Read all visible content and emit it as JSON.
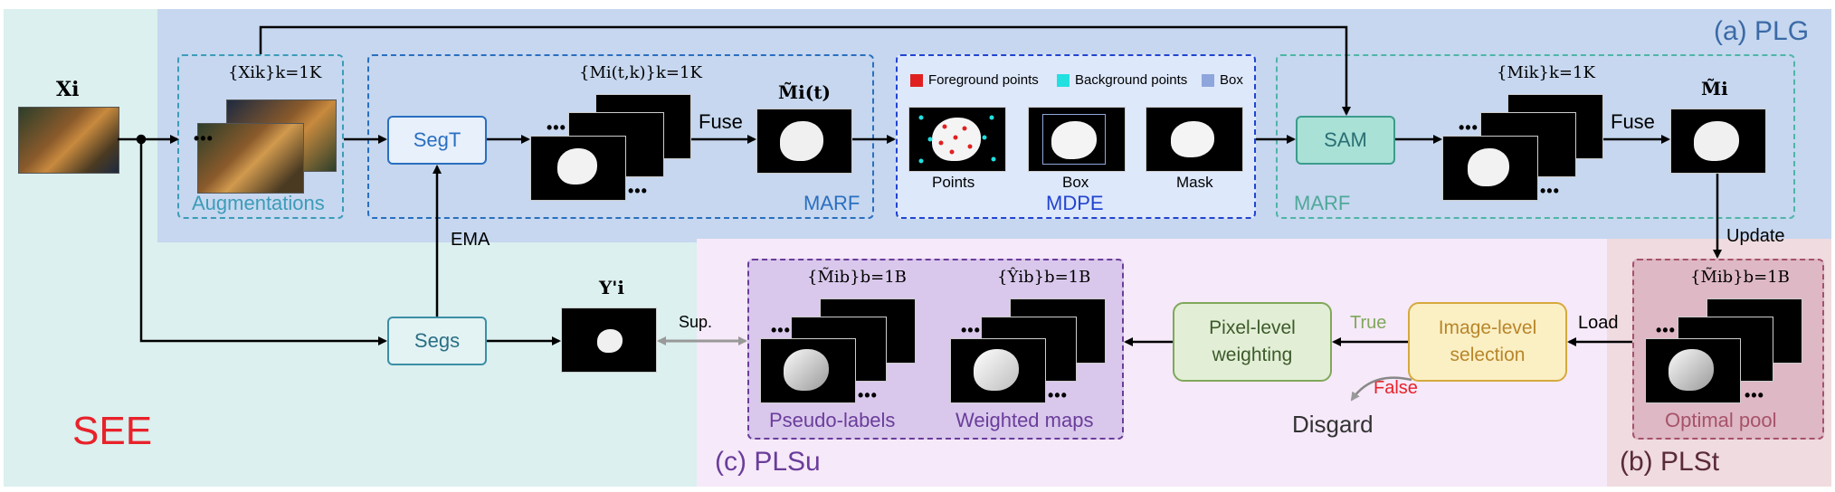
{
  "regions": {
    "plg": "(a) PLG",
    "plst": "(b) PLSt",
    "plsu": "(c) PLSu",
    "see": "SEE"
  },
  "input": {
    "label": "Xi"
  },
  "augment": {
    "label": "Augmentations",
    "formula": "{Xik}k=1K"
  },
  "marf1": {
    "label": "MARF",
    "formula": "{Mi(t,k)}k=1K",
    "seg_label": "SegT",
    "fuse": "Fuse",
    "out": "M̃i(t)"
  },
  "mdpe": {
    "label": "MDPE",
    "legend": [
      "Foreground points",
      "Background points",
      "Box"
    ],
    "items": [
      "Points",
      "Box",
      "Mask"
    ]
  },
  "marf2": {
    "label": "MARF",
    "sam": "SAM",
    "formula": "{Mik}k=1K",
    "fuse": "Fuse",
    "out": "M̃i"
  },
  "student": {
    "seg_label": "Segs",
    "ema": "EMA",
    "out": "Y'i",
    "sup": "Sup."
  },
  "pool": {
    "label": "Optimal pool",
    "formula": "{M̃ib}b=1B",
    "update": "Update",
    "load": "Load"
  },
  "pls": {
    "pseudo_label": "Pseudo-labels",
    "pseudo_formula": "{M̃ib}b=1B",
    "weighted_label": "Weighted maps",
    "weighted_formula": "{Ŷib}b=1B",
    "pixel": "Pixel-level weighting",
    "image": "Image-level selection",
    "true": "True",
    "false": "False",
    "discard": "Disgard"
  },
  "colors": {
    "plg_bg": "#c6d7ef",
    "plst_bg": "#efdbe0",
    "plsu_bg": "#f6e9f9",
    "see_bg": "#dbf0ef",
    "see_text": "#e8222a",
    "teal": "#3c8ea5",
    "blue": "#2a6fc0",
    "purple": "#6a3d9a",
    "maroon": "#a6526a",
    "green": "#7fa85a",
    "gold": "#d6a93c"
  }
}
